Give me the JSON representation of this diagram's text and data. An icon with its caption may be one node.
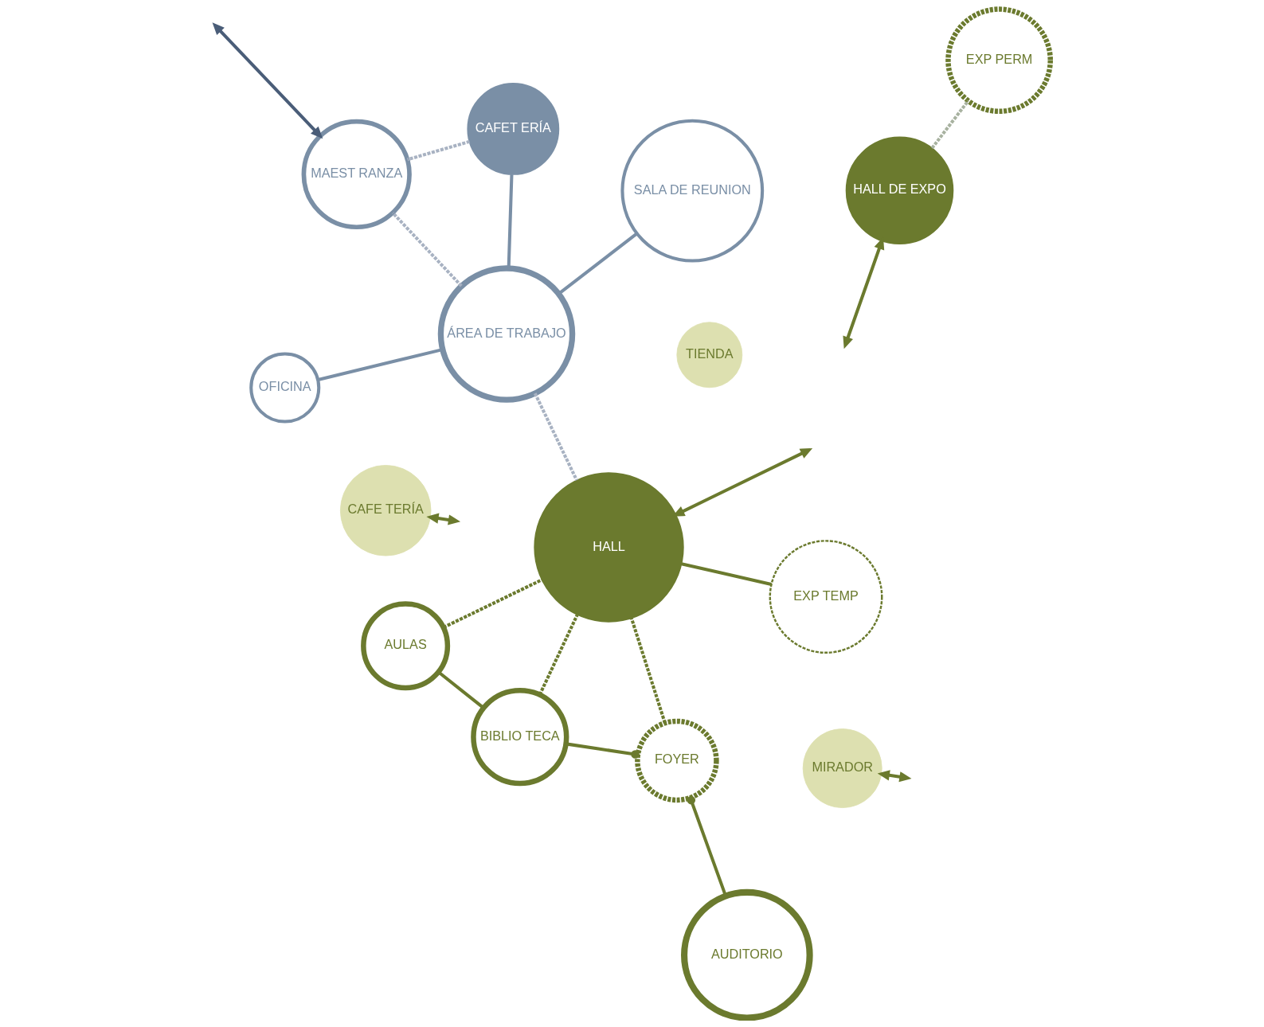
{
  "diagram": {
    "nodes": [
      {
        "text": [
          "OFICINA"
        ]
      },
      {
        "text": [
          "SALA DE REUNION"
        ]
      },
      {
        "text": [
          "ÁREA DE TRABAJO"
        ]
      },
      {
        "text": [
          "CAFET ERÍA"
        ]
      },
      {
        "text": [
          "MAEST RANZA"
        ]
      },
      {
        "text": [
          "AULAS"
        ]
      },
      {
        "text": [
          "BIBLIO TECA"
        ]
      },
      {
        "text": [
          "AUDITORIO"
        ]
      },
      {
        "text": [
          "FOYER"
        ]
      },
      {
        "text": [
          "HALL"
        ]
      },
      {
        "text": [
          "EXP TEMP"
        ]
      },
      {
        "text": [
          "CAFE TERÍA"
        ]
      },
      {
        "text": [
          "TIENDA"
        ]
      },
      {
        "text": [
          "HALL DE EXPO"
        ]
      },
      {
        "text": [
          "EXP PERM"
        ]
      },
      {
        "text": [
          "MIRADOR"
        ]
      }
    ],
    "edges": [
      {
        "from": 0,
        "to": 2,
        "arrow": "none",
        "color": "#7a8fa6"
      },
      {
        "from": 1,
        "to": 2,
        "arrow": "none",
        "color": "#7a8fa6"
      },
      {
        "from": 3,
        "to": 2,
        "arrow": "none",
        "color": "#7a8fa6"
      },
      {
        "from": 3,
        "to": 4,
        "arrow": "none",
        "style": "dashed",
        "color": "#a8b2c2"
      },
      {
        "from": 2,
        "to": 4,
        "arrow": "none",
        "style": "dashed",
        "color": "#a8b2c2"
      },
      {
        "from": 2,
        "to": 9,
        "arrow": "none",
        "style": "dashed",
        "color": "#a8b2c2"
      },
      {
        "from": null,
        "to": 4,
        "arrow": "both",
        "color": "#4a5d78"
      },
      {
        "from": 5,
        "to": 6,
        "arrow": "none"
      },
      {
        "from": 5,
        "to": 9,
        "arrow": "none",
        "style": "dashed"
      },
      {
        "from": 6,
        "to": 9,
        "arrow": "none",
        "style": "dashed"
      },
      {
        "from": 6,
        "to": 8,
        "arrow": "other"
      },
      {
        "from": 7,
        "to": 8,
        "arrow": "other"
      },
      {
        "from": 8,
        "to": 9,
        "arrow": "none",
        "style": "dashed"
      },
      {
        "from": 9,
        "to": 10,
        "arrow": "none"
      },
      {
        "from": 13,
        "to": 14,
        "arrow": "none",
        "style": "dashed",
        "color": "#a8b2a0"
      },
      {
        "from": null,
        "to": 9,
        "arrow": "both"
      },
      {
        "from": null,
        "to": 11,
        "arrow": "both"
      },
      {
        "from": null,
        "to": 13,
        "arrow": "both"
      },
      {
        "from": null,
        "to": 15,
        "arrow": "both"
      }
    ]
  }
}
